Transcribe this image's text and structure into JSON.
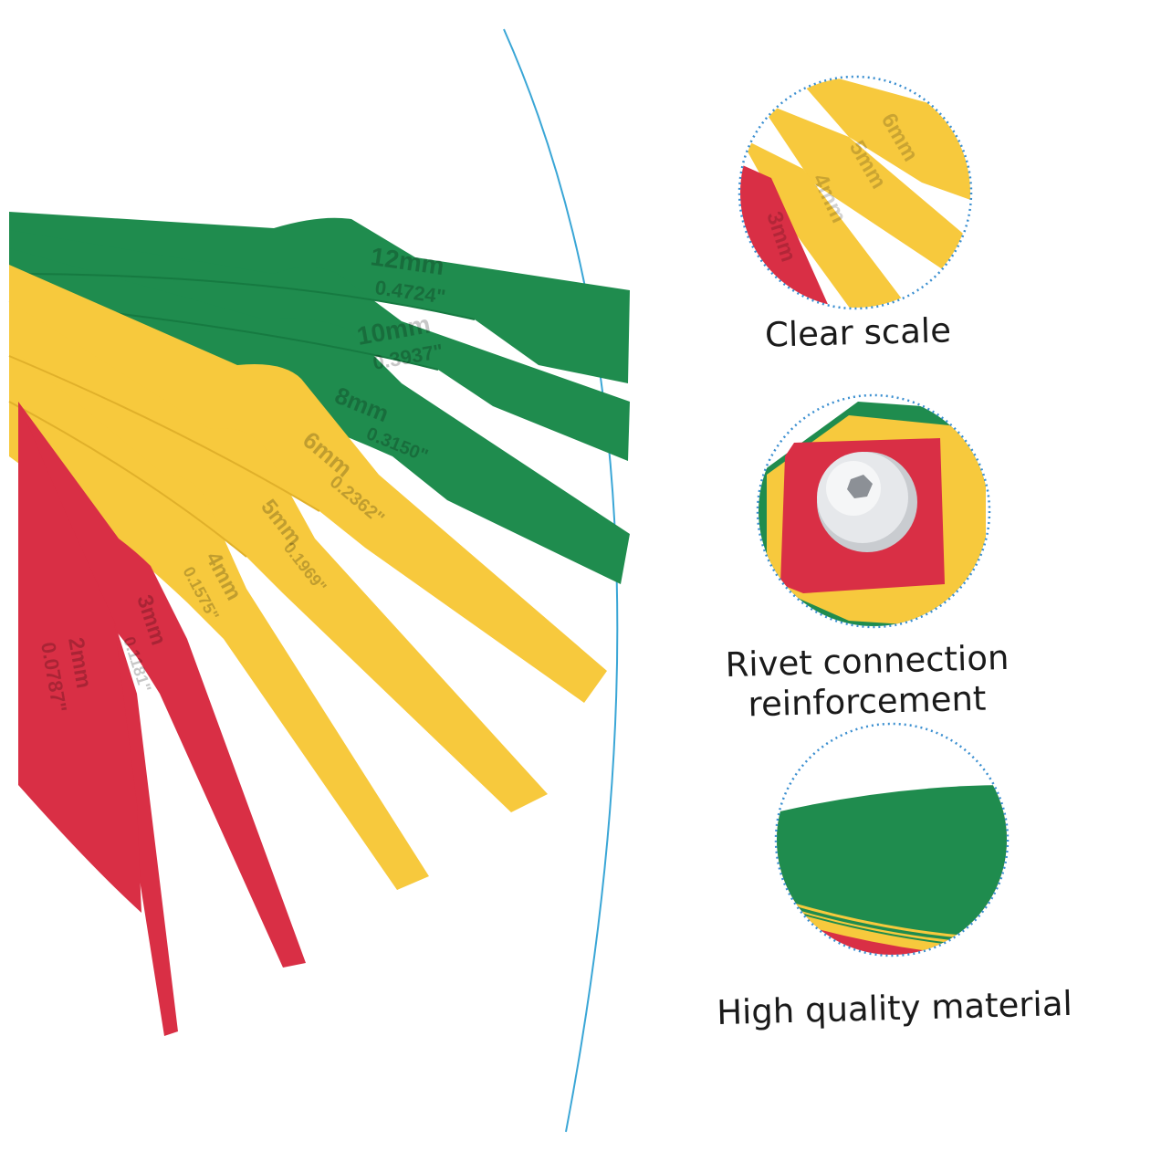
{
  "colors": {
    "green": "#1f8c4e",
    "yellow": "#f7c93d",
    "red": "#d92f45",
    "arc_line": "#3aa6d6",
    "circle_border": "#3b8fd0",
    "text": "#1a1a1a"
  },
  "blades": [
    {
      "size": "12mm",
      "inch": "0.4724\"",
      "color": "green"
    },
    {
      "size": "10mm",
      "inch": "0.3937\"",
      "color": "green"
    },
    {
      "size": "8mm",
      "inch": "0.3150\"",
      "color": "green"
    },
    {
      "size": "6mm",
      "inch": "0.2362\"",
      "color": "yellow"
    },
    {
      "size": "5mm",
      "inch": "0.1969\"",
      "color": "yellow"
    },
    {
      "size": "4mm",
      "inch": "0.1575\"",
      "color": "yellow"
    },
    {
      "size": "3mm",
      "inch": "0.1181\"",
      "color": "red"
    },
    {
      "size": "2mm",
      "inch": "0.0787\"",
      "color": "red"
    }
  ],
  "features": [
    {
      "label": "Clear scale",
      "icon": "scale-closeup-icon"
    },
    {
      "label_line1": "Rivet connection",
      "label_line2": "reinforcement",
      "icon": "rivet-closeup-icon"
    },
    {
      "label": "High quality material",
      "icon": "material-closeup-icon"
    }
  ]
}
